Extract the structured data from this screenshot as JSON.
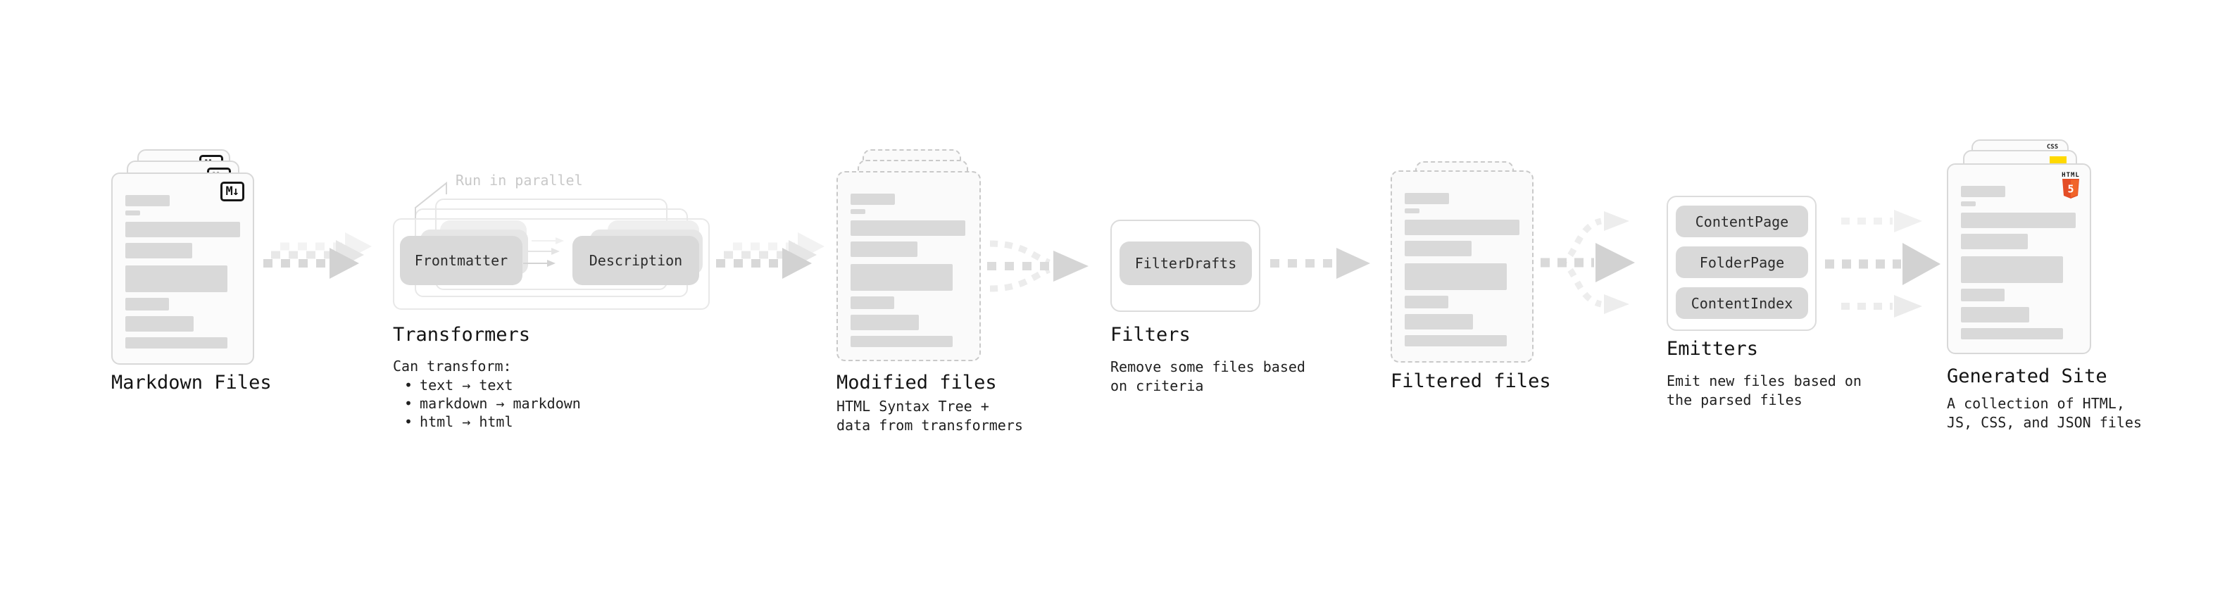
{
  "bullet_char": "•",
  "stages": {
    "markdown": {
      "label": "Markdown Files",
      "file_icon": "M↓"
    },
    "transformers": {
      "label": "Transformers",
      "note": "Run in parallel",
      "pill_left": "Frontmatter",
      "pill_right": "Description",
      "detail_title": "Can transform:",
      "bullets": [
        "text → text",
        "markdown → markdown",
        "html → html"
      ]
    },
    "modified": {
      "label": "Modified files",
      "sublines": [
        "HTML Syntax Tree +",
        "data from transformers"
      ]
    },
    "filters": {
      "label": "Filters",
      "pill": "FilterDrafts",
      "sublines": [
        "Remove some files based",
        "on criteria"
      ]
    },
    "filtered": {
      "label": "Filtered files"
    },
    "emitters": {
      "label": "Emitters",
      "pills": [
        "ContentPage",
        "FolderPage",
        "ContentIndex"
      ],
      "sublines": [
        "Emit new files based on",
        "the parsed files"
      ]
    },
    "generated": {
      "label": "Generated Site",
      "sublines": [
        "A collection of HTML,",
        "JS, CSS, and JSON files"
      ],
      "badges": {
        "css": "CSS",
        "html_caption": "HTML",
        "html_number": "5"
      }
    }
  },
  "colors": {
    "html5_orange": "#e44d26",
    "html5_orange_light": "#f16529",
    "js_yellow": "#ffd900",
    "css_blue": "#2b63e8",
    "placeholder_gray": "#d9d9d9",
    "arrow_gray": "#d2d2d2",
    "note_gray": "#c8c8c8"
  }
}
